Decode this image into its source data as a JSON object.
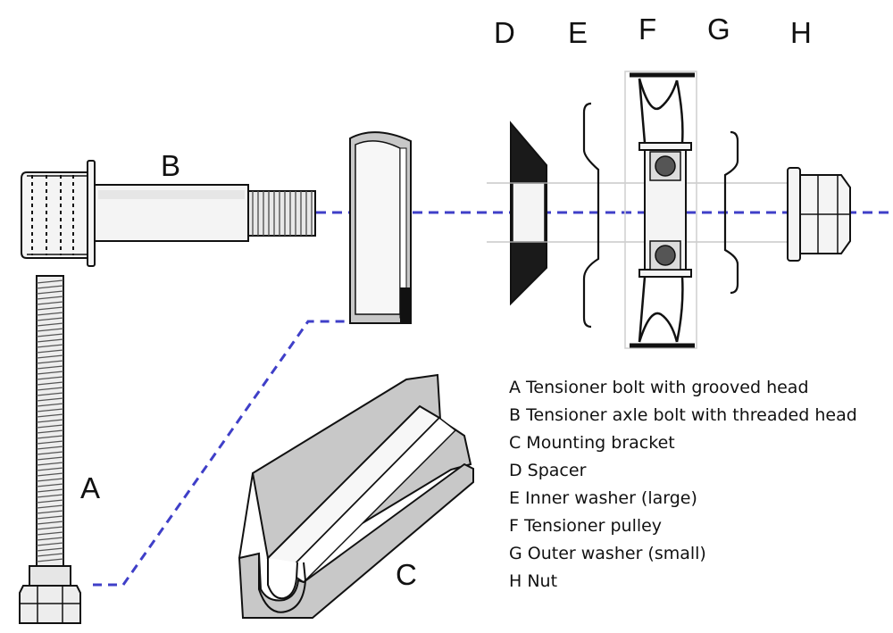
{
  "colors": {
    "outline": "#111111",
    "part_fill": "#f4f4f4",
    "shade": "#c8c8c8",
    "dark": "#1a1a1a",
    "axis_dash": "#3f3fc8"
  },
  "labels": {
    "A": "A",
    "B": "B",
    "C": "C",
    "D": "D",
    "E": "E",
    "F": "F",
    "G": "G",
    "H": "H"
  },
  "legend": [
    "A Tensioner bolt with grooved head",
    "B Tensioner axle bolt with threaded head",
    "C Mounting bracket",
    "D Spacer",
    "E Inner washer (large)",
    "F Tensioner pulley",
    "G Outer washer (small)",
    "H Nut"
  ]
}
